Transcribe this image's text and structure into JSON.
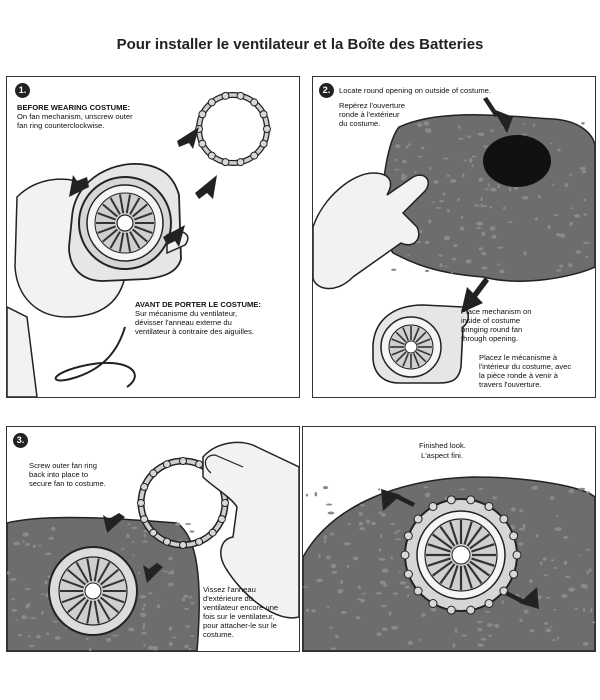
{
  "title": "Pour installer le ventilateur et la Boîte des Batteries",
  "steps": [
    {
      "number": "1.",
      "en_heading": "BEFORE WEARING COSTUME:",
      "en_lines": [
        "On fan mechanism, unscrew outer",
        "fan ring counterclockwise."
      ],
      "fr_heading": "AVANT DE PORTER LE COSTUME:",
      "fr_lines": [
        "Sur mécanisme du ventilateur,",
        "dévisser l'anneau externe du",
        "ventilateur à contraire des aiguilles."
      ]
    },
    {
      "number": "2.",
      "en_top": "Locate round opening on outside of costume.",
      "fr_top_lines": [
        "Repérez l'ouverture",
        "ronde à l'extérieur",
        "du costume."
      ],
      "en_mid_lines": [
        "Place mechanism on",
        "inside of costume",
        "bringing round fan",
        "through opening."
      ],
      "fr_mid_lines": [
        "Placez le mécanisme à",
        "l'intérieur du costume, avec",
        "la pièce ronde à venir à",
        "travers l'ouverture."
      ]
    },
    {
      "number": "3.",
      "en_lines": [
        "Screw outer fan ring",
        "back into place to",
        "secure fan to costume."
      ],
      "fr_lines": [
        "Vissez l'anneau",
        "d'extérieure du",
        "ventilateur encore une",
        "fois sur le ventilateur,",
        "pour attacher-le sur le",
        "costume."
      ]
    },
    {
      "en": "Finished look.",
      "fr": "L'aspect fini."
    }
  ],
  "colors": {
    "rock": "#6d6d6d",
    "rock_light": "#8a8a8a",
    "line": "#222222",
    "skin": "#f2f2f2"
  }
}
